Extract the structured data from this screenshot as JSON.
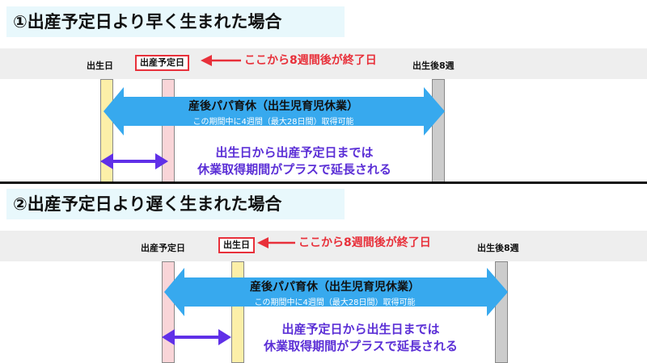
{
  "section1": {
    "heading": "①出産予定日より早く生まれた場合",
    "label_birth": "出生日",
    "label_due_boxed": "出産予定日",
    "note_red": "ここから8週間後が終了日",
    "label_end": "出生後8週",
    "leave_title": "産後パパ育休（出生児育児休業）",
    "leave_sub": "この期間中に4週間（最大28日間）取得可能",
    "ext_line1": "出生日から出産予定日までは",
    "ext_line2": "休業取得期間がプラスで延長される"
  },
  "section2": {
    "heading": "②出産予定日より遅く生まれた場合",
    "label_due": "出産予定日",
    "label_birth_boxed": "出生日",
    "note_red": "ここから8週間後が終了日",
    "label_end": "出生後8週",
    "leave_title": "産後パパ育休（出生児育児休業）",
    "leave_sub": "この期間中に4週間（最大28日間）取得可能",
    "ext_line1": "出産予定日から出生日までは",
    "ext_line2": "休業取得期間がプラスで延長される"
  },
  "colors": {
    "leave_arrow": "#37a9ee",
    "extension_arrow": "#6030e8",
    "note_red": "#e8303a"
  }
}
